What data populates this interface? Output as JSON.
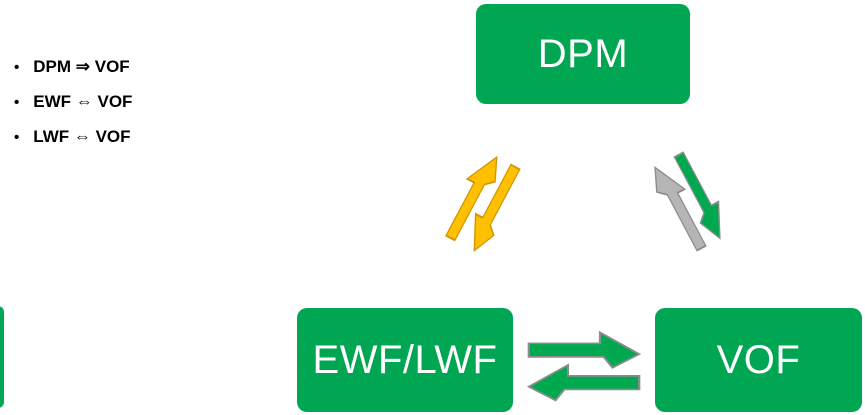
{
  "colors": {
    "background": "#FFFFFF",
    "box_green": "#00A651",
    "box_text": "#FFFFFF",
    "bullet_text": "#000000",
    "arrow_green": "#00A94F",
    "arrow_gold": "#FFC000",
    "arrow_gold_stroke": "#D29500",
    "arrow_gray": "#B5B5B5",
    "arrow_gray_stroke": "#8C8C8C",
    "arrow_stroke": "#8C8C8C"
  },
  "legend": {
    "bullet": "•",
    "items": [
      "DPM ⇒ VOF",
      "EWF ⇔ VOF",
      "LWF ⇔ VOF"
    ]
  },
  "nodes": {
    "dpm": {
      "label": "DPM"
    },
    "ewf_lwf": {
      "label": "EWF/LWF"
    },
    "vof": {
      "label": "VOF"
    }
  },
  "relations": [
    {
      "from": "DPM",
      "to": "EWF/LWF",
      "style": "two-way gold arrows"
    },
    {
      "from": "DPM",
      "to": "VOF",
      "style": "gray arrow up, green arrow down"
    },
    {
      "from": "EWF/LWF",
      "to": "VOF",
      "style": "two-way green arrows"
    }
  ]
}
